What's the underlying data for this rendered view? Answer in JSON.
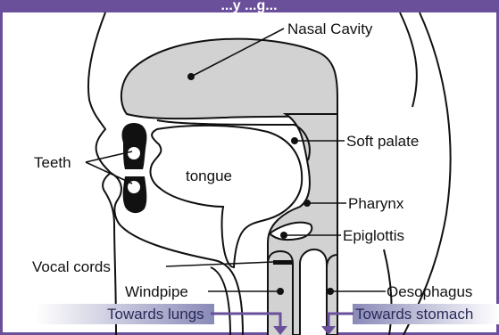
{
  "diagram": {
    "title": "...y ...g...",
    "labels": {
      "nasal_cavity": "Nasal Cavity",
      "soft_palate": "Soft palate",
      "teeth": "Teeth",
      "tongue": "tongue",
      "pharynx": "Pharynx",
      "epiglottis": "Epiglottis",
      "vocal_cords": "Vocal cords",
      "windpipe": "Windpipe",
      "oesophagus": "Oesophagus",
      "towards_lungs": "Towards lungs",
      "towards_stomach": "Towards stomach"
    }
  },
  "colors": {
    "frame": "#6a4f9a",
    "title_bar": "#6a4f9a",
    "passage_fill": "#d2d2d2",
    "outline": "#111111",
    "arrow": "#6a4f9a",
    "callout_gradient_start": "#8a8ab8",
    "callout_gradient_end": "#ffffff"
  }
}
